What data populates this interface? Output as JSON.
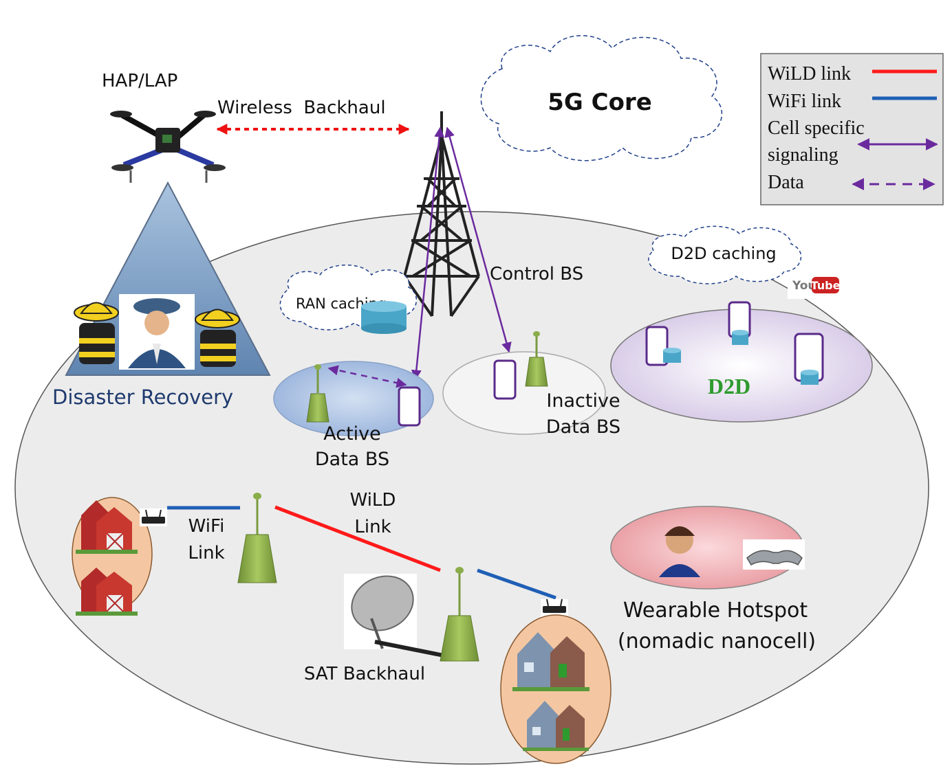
{
  "labels": {
    "hap_lap": "HAP/LAP",
    "wireless_backhaul": "Wireless  Backhaul",
    "core": "5G Core",
    "control_bs": "Control BS",
    "ran_caching": "RAN caching",
    "d2d_caching": "D2D caching",
    "youtube_you": "You",
    "youtube_tube": "Tube",
    "d2d": "D2D",
    "disaster_recovery": "Disaster Recovery",
    "active_line1": "Active",
    "active_line2": "Data BS",
    "inactive_line1": "Inactive",
    "inactive_line2": "Data BS",
    "wild_line1": "WiLD",
    "wild_line2": "Link",
    "wifi_line1": "WiFi",
    "wifi_line2": "Link",
    "sat_backhaul": "SAT Backhaul",
    "wearable_line1": "Wearable Hotspot",
    "wearable_line2": "(nomadic nanocell)"
  },
  "legend": {
    "wild": "WiLD link",
    "wifi": "WiFi link",
    "cell_line1": "Cell specific",
    "cell_line2": "signaling",
    "data": "Data"
  },
  "colors": {
    "wild_link": "#ff1a1a",
    "wifi_link": "#1f5fb5",
    "signaling": "#6a2a9e",
    "backhaul": "#ee1111",
    "antenna": "#8aad4a",
    "d2d_text": "#2e9b2e",
    "disaster_text": "#1f3a6e"
  }
}
